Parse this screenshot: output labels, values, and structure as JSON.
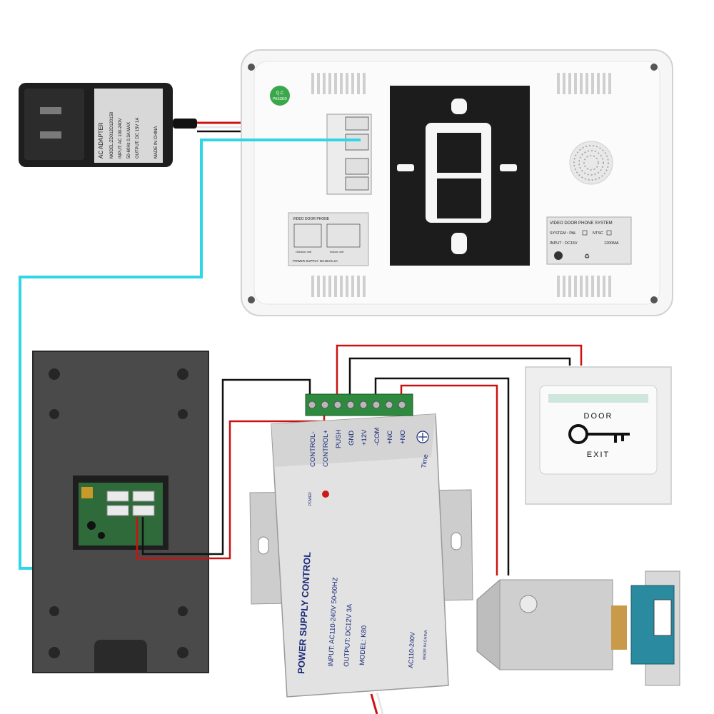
{
  "adapter": {
    "lines": [
      "AC ADAPTER",
      "MODEL:ZD012D120150",
      "INPUT: AC 100-240V",
      "50-60Hz 0.3A MAX",
      "OUTPUT: DC 15V 1A",
      "MADE IN CHINA"
    ]
  },
  "monitor": {
    "qc_sticker": [
      "Q.C",
      "PASSED"
    ],
    "left_label": {
      "title": "VIDEO DOOR PHONE",
      "outdoor": "Outdoor unit",
      "indoor": "Indoor unit",
      "supply": "POWER SUPPLY: DC15V/1.2A"
    },
    "right_label": {
      "title": "VIDEO DOOR PHONE SYSTEM",
      "system": "SYSTEM : PAL",
      "ntsc": "NTSC",
      "input": "INPUT : DC15V",
      "current": "1200MA"
    }
  },
  "power_supply": {
    "terminals": [
      "CONTROL-",
      "CONTROL+",
      "PUSH",
      "GND",
      "+12V",
      "-COM",
      "+NC",
      "+NO"
    ],
    "time_label": "Time",
    "power_label": "POWER",
    "title": "POWER SUPPLY CONTROL",
    "spec_input": "INPUT: AC110-240V  50-60HZ",
    "spec_output": "OUTPUT: DC12V  3A",
    "spec_model": "MODEL: K80",
    "side_voltage": "AC110-240V",
    "made_in": "MADE IN CHINA"
  },
  "exit_button": {
    "top_text": "DOOR",
    "bottom_text": "EXIT"
  },
  "colors": {
    "cyan_wire": "#2fd6e6",
    "red_wire": "#cc1111",
    "black_wire": "#111111"
  }
}
